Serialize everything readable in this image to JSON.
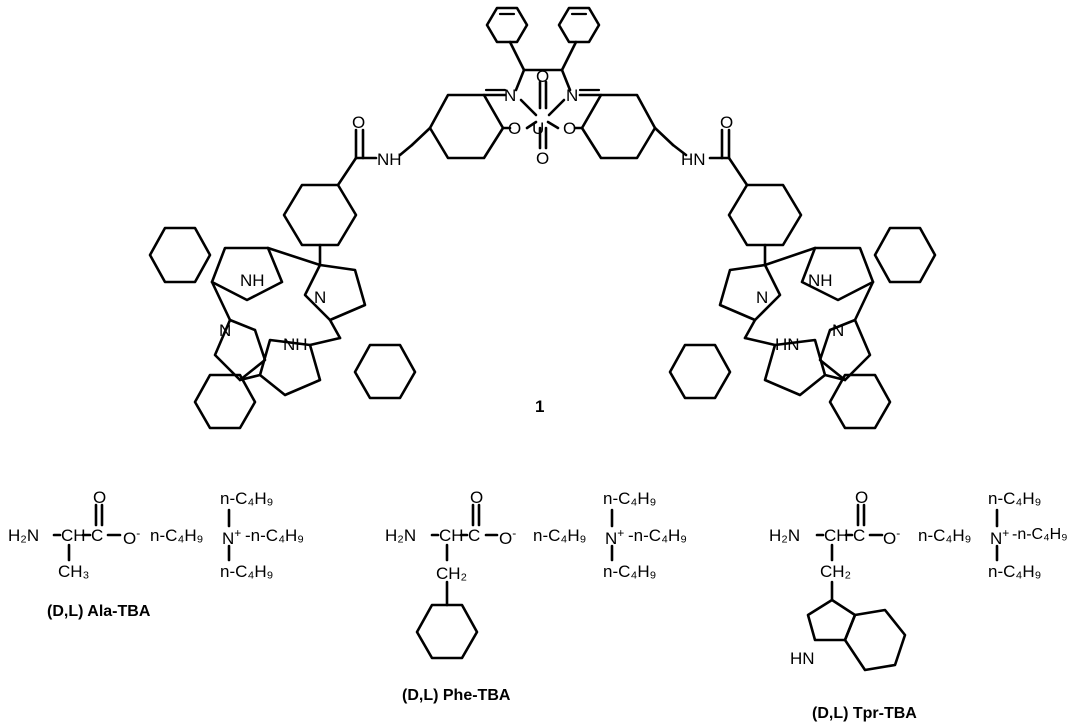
{
  "compound": {
    "number": "1",
    "atoms": {
      "U": "U",
      "O": "O",
      "N": "N",
      "NH": "NH",
      "HN": "HN"
    }
  },
  "salts": [
    {
      "label": "(D,L) Ala-TBA",
      "amino": "H₂N",
      "ch": "CH",
      "coo": "C",
      "o_minus": "O",
      "methyl": "CH₃"
    },
    {
      "label": "(D,L) Phe-TBA",
      "amino": "H₂N",
      "ch": "CH",
      "coo": "C",
      "o_minus": "O",
      "ch2": "CH₂"
    },
    {
      "label": "(D,L) Tpr-TBA",
      "amino": "H₂N",
      "ch": "CH",
      "coo": "C",
      "o_minus": "O",
      "ch2": "CH₂",
      "indole_nh": "HN"
    }
  ],
  "cation": {
    "butyl": "n-C₄H₉",
    "nitrogen": "N"
  }
}
